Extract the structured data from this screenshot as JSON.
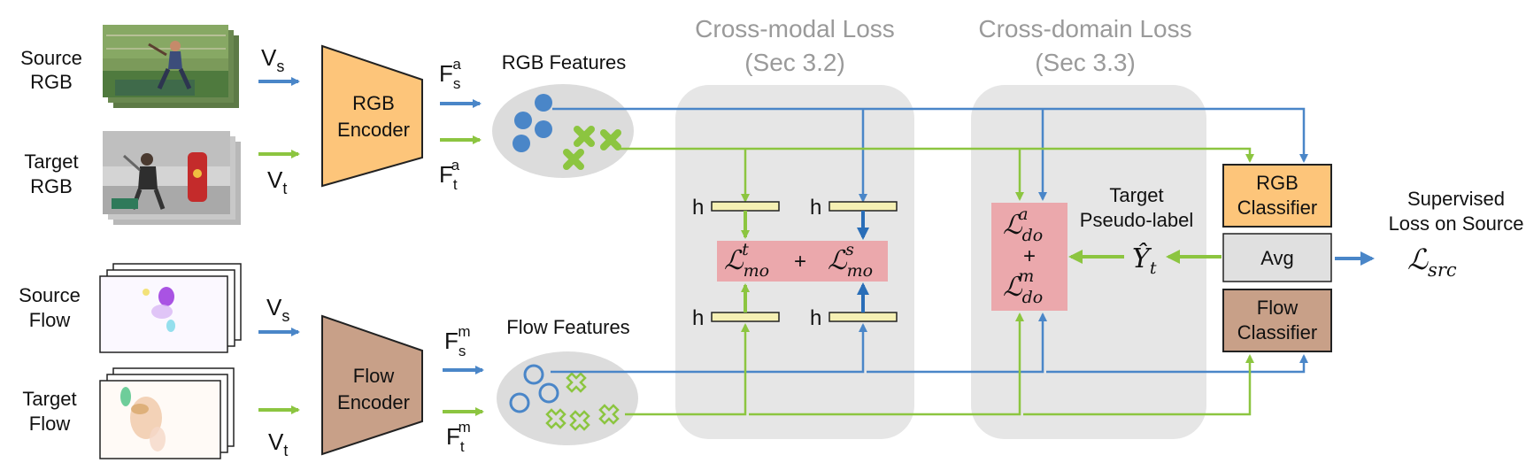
{
  "inputs": {
    "source_rgb": "Source\nRGB",
    "target_rgb": "Target\nRGB",
    "source_flow": "Source\nFlow",
    "target_flow": "Target\nFlow"
  },
  "video_labels": {
    "vs": "V",
    "vs_sub": "s",
    "vt": "V",
    "vt_sub": "t"
  },
  "encoders": {
    "rgb": "RGB\nEncoder",
    "flow": "Flow\nEncoder"
  },
  "feature_labels": {
    "f": "F",
    "s": "s",
    "t": "t",
    "a": "a",
    "m": "m"
  },
  "features": {
    "rgb": "RGB Features",
    "flow": "Flow Features"
  },
  "cross_modal": {
    "title": "Cross-modal Loss",
    "sec": "(Sec 3.2)"
  },
  "cross_domain": {
    "title": "Cross-domain Loss",
    "sec": "(Sec 3.3)"
  },
  "projection_head": "h",
  "plus": "+",
  "loss_symbol": "ℒ",
  "cross_modal_terms": {
    "t_sup": "t",
    "t_sub": "mo",
    "s_sup": "s",
    "s_sub": "mo"
  },
  "cross_domain_terms": {
    "a_sup": "a",
    "a_sub": "do",
    "m_sup": "m",
    "m_sub": "do"
  },
  "pseudo": {
    "label": "Target\nPseudo-label",
    "symbol": "Ŷ",
    "sub": "t"
  },
  "classifiers": {
    "rgb": "RGB\nClassifier",
    "avg": "Avg",
    "flow": "Flow\nClassifier"
  },
  "supervised": {
    "label": "Supervised\nLoss on Source",
    "sub": "src"
  },
  "colors": {
    "source_blue": "#4a86c8",
    "target_green": "#8cc540",
    "rgb_orange": "#fdc57a",
    "flow_brown": "#c8a088",
    "loss_pink": "#eba8ac",
    "head_yellow": "#f5f0b4",
    "panel_gray": "#e6e6e6"
  }
}
